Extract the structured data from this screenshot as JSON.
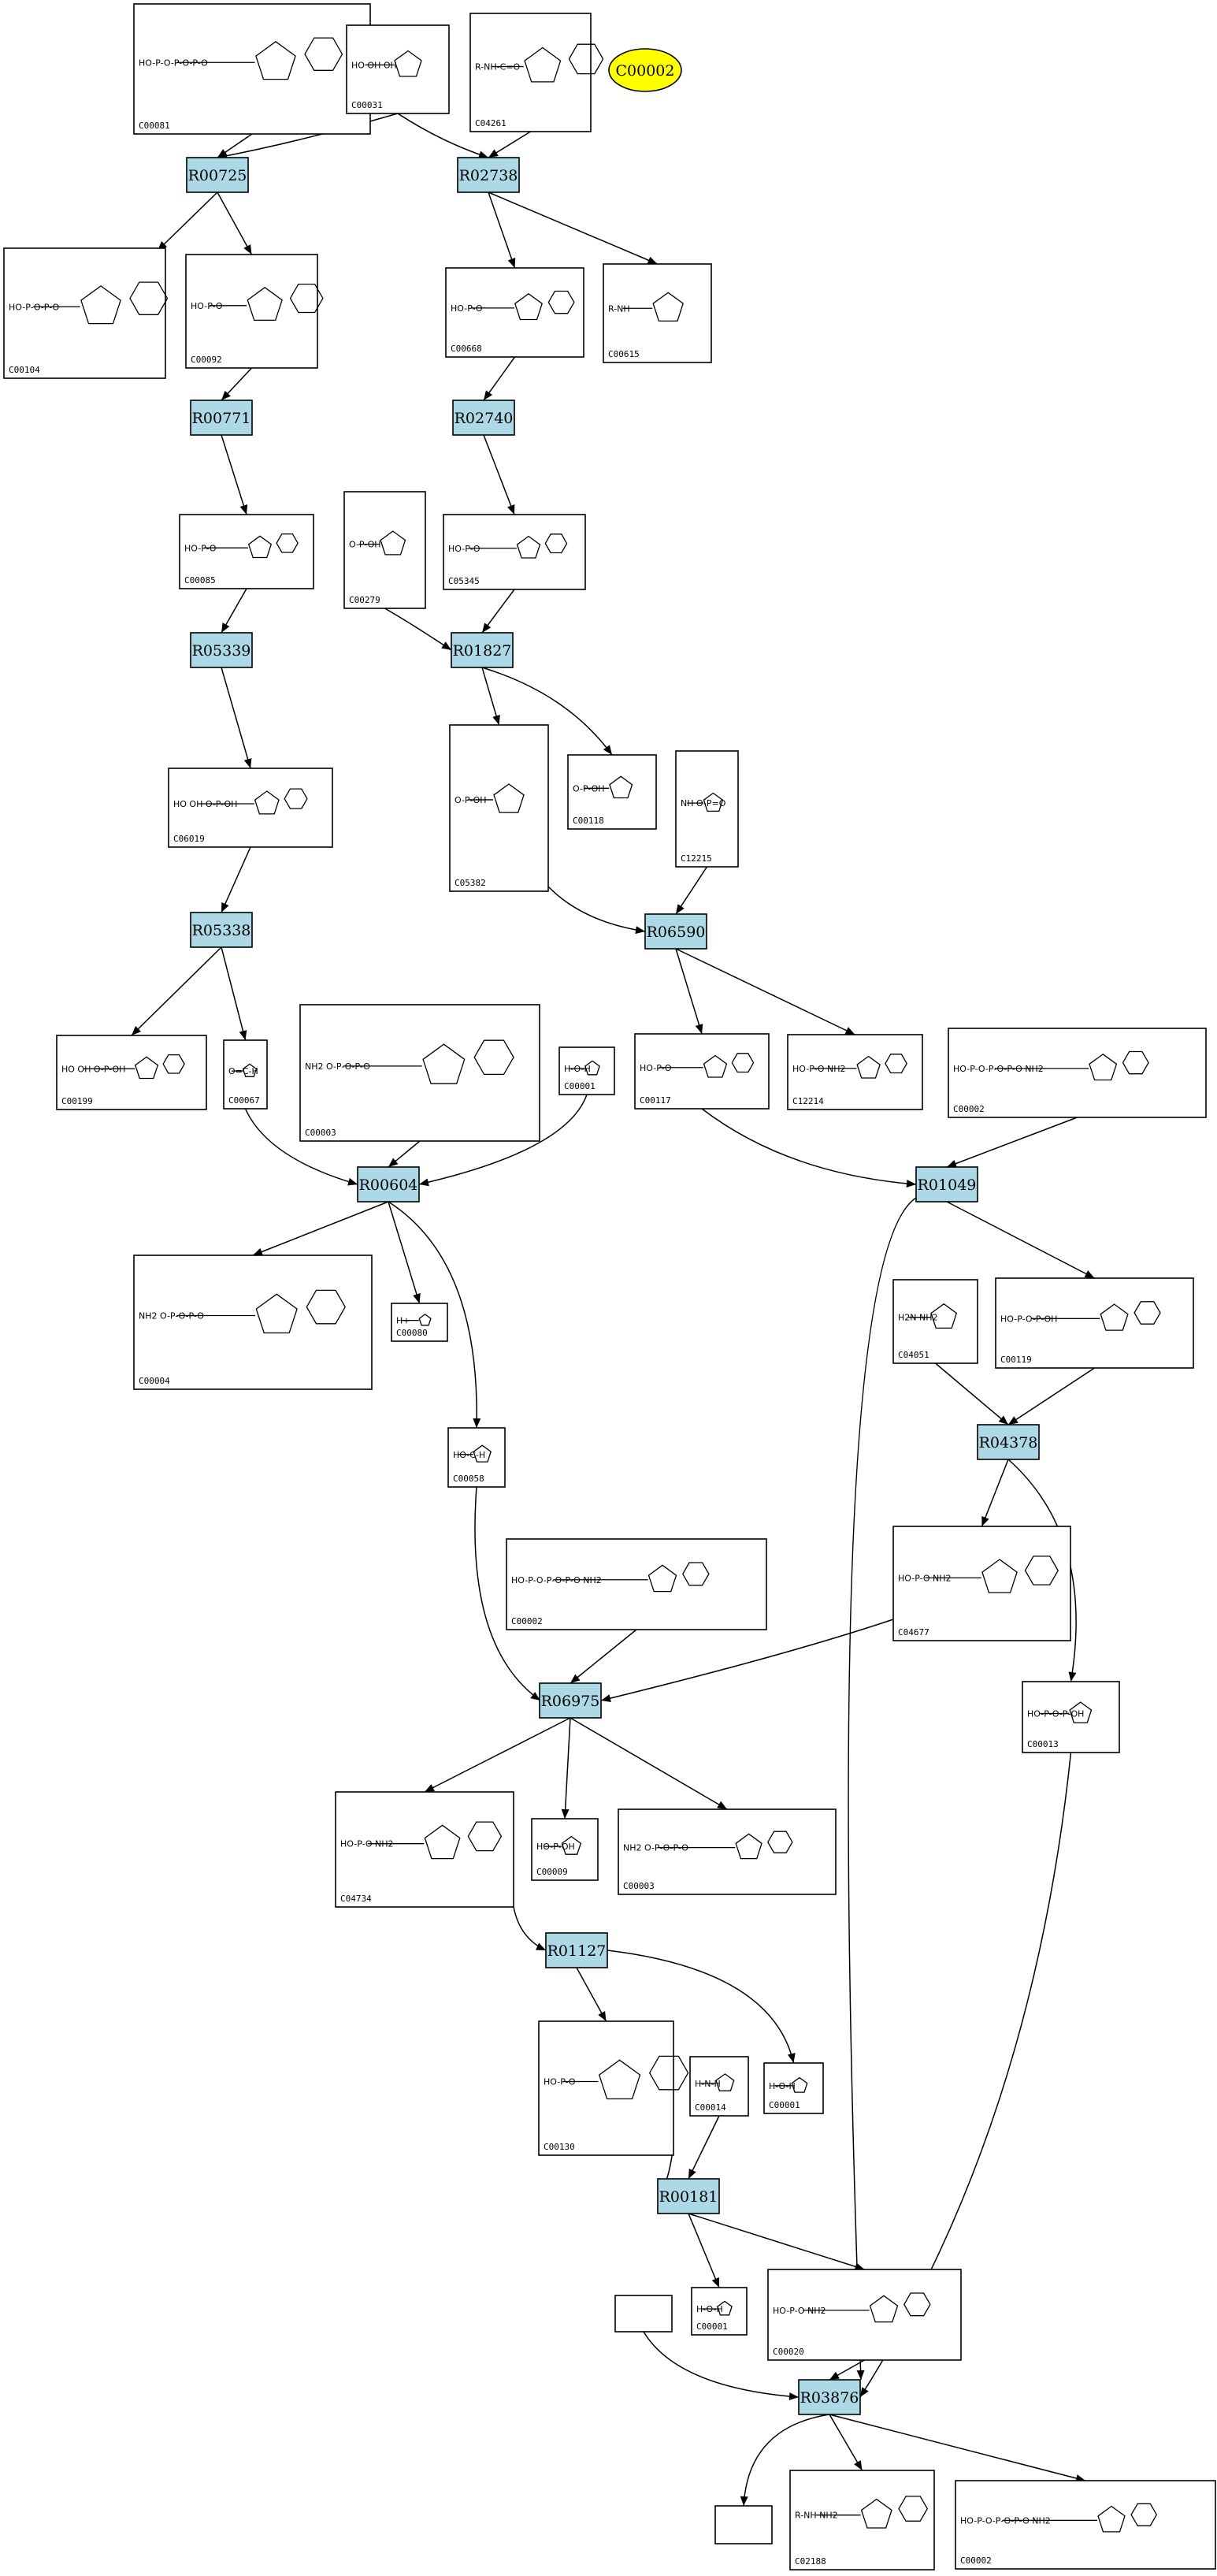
{
  "diagram": {
    "reactions": [
      "R00725",
      "R02738",
      "R00771",
      "R02740",
      "R05339",
      "R01827",
      "R05338",
      "R06590",
      "R00604",
      "R01049",
      "R04378",
      "R06975",
      "R01127",
      "R00181",
      "R03876"
    ],
    "highlight": "C00002",
    "compounds": [
      {
        "id": "C00081",
        "formula": "HO-P-O-P-O-P-O"
      },
      {
        "id": "C00031",
        "formula": "HO OH OH"
      },
      {
        "id": "C04261",
        "formula": "R-NH-C=O"
      },
      {
        "id": "C00104",
        "formula": "HO-P-O-P-O"
      },
      {
        "id": "C00092",
        "formula": "HO-P-O"
      },
      {
        "id": "C00668",
        "formula": "HO-P-O"
      },
      {
        "id": "C00615",
        "formula": "R-NH"
      },
      {
        "id": "C00085",
        "formula": "HO-P-O"
      },
      {
        "id": "C00279",
        "formula": "O-P-OH"
      },
      {
        "id": "C05345",
        "formula": "HO-P-O"
      },
      {
        "id": "C06019",
        "formula": "HO OH O-P-OH"
      },
      {
        "id": "C05382",
        "formula": "O-P-OH"
      },
      {
        "id": "C00118",
        "formula": "O-P-OH"
      },
      {
        "id": "C12215",
        "formula": "NH O-P=O"
      },
      {
        "id": "C00199",
        "formula": "HO OH O-P-OH"
      },
      {
        "id": "C00067",
        "formula": "O=C-H"
      },
      {
        "id": "C00003",
        "formula": "NH2 O-P-O-P-O"
      },
      {
        "id": "C00001",
        "formula": "H-O-H"
      },
      {
        "id": "C00117",
        "formula": "HO-P-O"
      },
      {
        "id": "C12214",
        "formula": "HO-P-O NH2"
      },
      {
        "id": "C00002",
        "formula": "HO-P-O-P-O-P-O NH2"
      },
      {
        "id": "C00004",
        "formula": "NH2 O-P-O-P-O"
      },
      {
        "id": "C00080",
        "formula": "H+"
      },
      {
        "id": "C04051",
        "formula": "H2N NH2"
      },
      {
        "id": "C00119",
        "formula": "HO-P-O-P-OH"
      },
      {
        "id": "C00058",
        "formula": "HO-C-H"
      },
      {
        "id": "C04677",
        "formula": "HO-P-O NH2"
      },
      {
        "id": "C00013",
        "formula": "HO-P-O-P-OH"
      },
      {
        "id": "C04734",
        "formula": "HO-P-O NH2"
      },
      {
        "id": "C00009",
        "formula": "HO-P-OH"
      },
      {
        "id": "C00020",
        "formula": "HO-P-O NH2"
      },
      {
        "id": "C00130",
        "formula": "HO-P-O"
      },
      {
        "id": "C00014",
        "formula": "H-N-H"
      },
      {
        "id": "C02188",
        "formula": "R-NH NH2"
      }
    ]
  },
  "colors": {
    "reaction_fill": "#add8e6",
    "highlight_fill": "#ffff00",
    "background": "#ffffff"
  }
}
